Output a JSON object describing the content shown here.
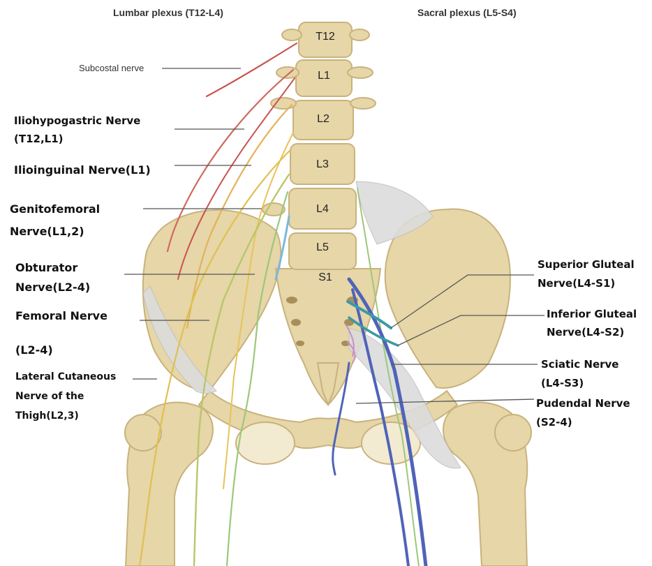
{
  "headers": {
    "lumbar": "Lumbar plexus (T12-L4)",
    "sacral": "Sacral plexus (L5-S4)"
  },
  "vertebrae": [
    "T12",
    "L1",
    "L2",
    "L3",
    "L4",
    "L5",
    "S1"
  ],
  "labels": {
    "subcostal": "Subcostal nerve",
    "iliohypogastric_1": "Iliohypogastric Nerve",
    "iliohypogastric_2": "(T12,L1)",
    "ilioinguinal": "Ilioinguinal Nerve(L1)",
    "genitofemoral_1": "Genitofemoral",
    "genitofemoral_2": "Nerve(L1,2)",
    "obturator_1": "Obturator",
    "obturator_2": "Nerve(L2-4)",
    "femoral_1": "Femoral Nerve",
    "femoral_2": "(L2-4)",
    "lateral_cut_1": "Lateral Cutaneous",
    "lateral_cut_2": "Nerve of the",
    "lateral_cut_3": "Thigh(L2,3)",
    "sup_gluteal_1": "Superior Gluteal",
    "sup_gluteal_2": "Nerve(L4-S1)",
    "inf_gluteal_1": "Inferior Gluteal",
    "inf_gluteal_2": "Nerve(L4-S2)",
    "sciatic_1": "Sciatic Nerve",
    "sciatic_2": "(L4-S3)",
    "pudendal_1": "Pudendal Nerve",
    "pudendal_2": "(S2-4)"
  },
  "colors": {
    "bone": "#e6d6a8",
    "bone_shadow": "#c9b27c",
    "ligament": "#dcdcdc",
    "subcostal_nerve": "#c8544e",
    "iliohypogastric_nerve": "#d06a5e",
    "ilioinguinal_nerve": "#e3b25a",
    "genitofemoral_nerve": "#e8c35a",
    "femoral_nerve": "#b8c76a",
    "obturator_nerve": "#9cc87a",
    "lateral_cutaneous_nerve": "#e0c050",
    "lumbosacral_blue": "#7bb8dc",
    "sciatic_nerve": "#4f63b8",
    "gluteal_nerve": "#3a9aa8",
    "pudendal_nerve": "#c890c8",
    "leader_line": "#555555"
  }
}
